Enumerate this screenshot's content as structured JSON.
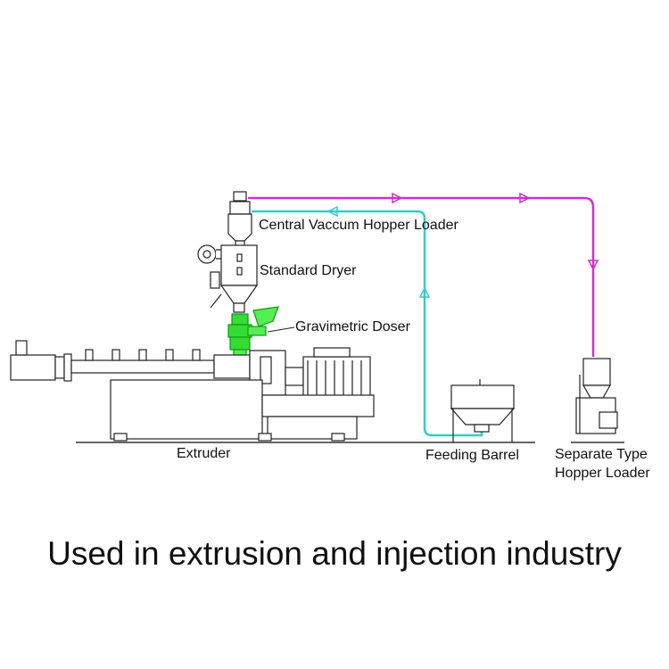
{
  "labels": {
    "central_loader": "Central Vaccum Hopper Loader",
    "dryer": "Standard Dryer",
    "doser": "Gravimetric Doser",
    "extruder": "Extruder",
    "feeding_barrel": "Feeding Barrel",
    "separate_loader_line1": "Separate Type",
    "separate_loader_line2": "Hopper Loader"
  },
  "caption": "Used in extrusion and injection industry",
  "colors": {
    "magenta_pipe": "#cc33cc",
    "cyan_pipe": "#33cccc",
    "doser_green": "#33dd33",
    "line": "#222222"
  }
}
